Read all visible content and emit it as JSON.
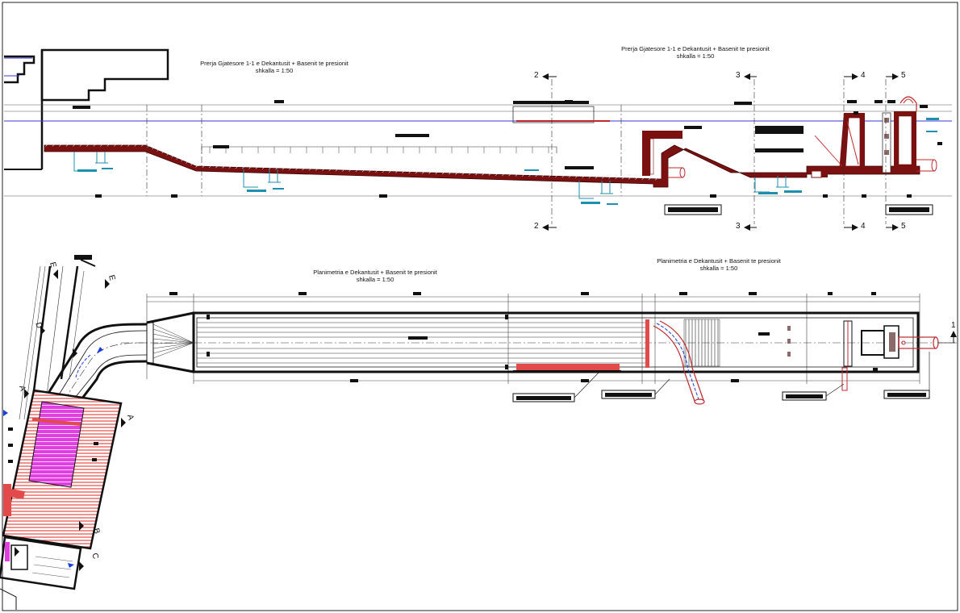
{
  "titles": {
    "section_left": {
      "line1": "Prerja Gjatesore 1-1 e Dekantusit + Basenit te presionit",
      "line2": "shkalla = 1:50"
    },
    "section_right": {
      "line1": "Prerja Gjatesore 1-1 e Dekantusit + Basenit te presionit",
      "line2": "shkalla = 1:50"
    },
    "plan_left": {
      "line1": "Planimetria e Dekantusit + Basenit te presionit",
      "line2": "shkalla = 1:50"
    },
    "plan_right": {
      "line1": "Planimetria e Dekantusit + Basenit te presionit",
      "line2": "shkalla = 1:50"
    }
  },
  "section_marks": {
    "s2_top": "2",
    "s2_bottom": "2",
    "s3_top": "3",
    "s3_bottom": "3",
    "s4_top": "4",
    "s4_bottom": "4",
    "s5_top": "5",
    "s5_bottom": "5",
    "s1_plan": "1",
    "plan_a": "A",
    "plan_b": "B",
    "plan_c": "C",
    "plan_d": "D",
    "plan_e": "E"
  },
  "colors": {
    "concrete_wall": "#7a1010",
    "pipe": "#c0282d",
    "water_level": "#3a3ad8",
    "annotation": "#1f8fb0",
    "hatch_magenta": "#e040e0",
    "hatch_red": "#e34a4a",
    "flow_arrow": "#1a3de0"
  }
}
